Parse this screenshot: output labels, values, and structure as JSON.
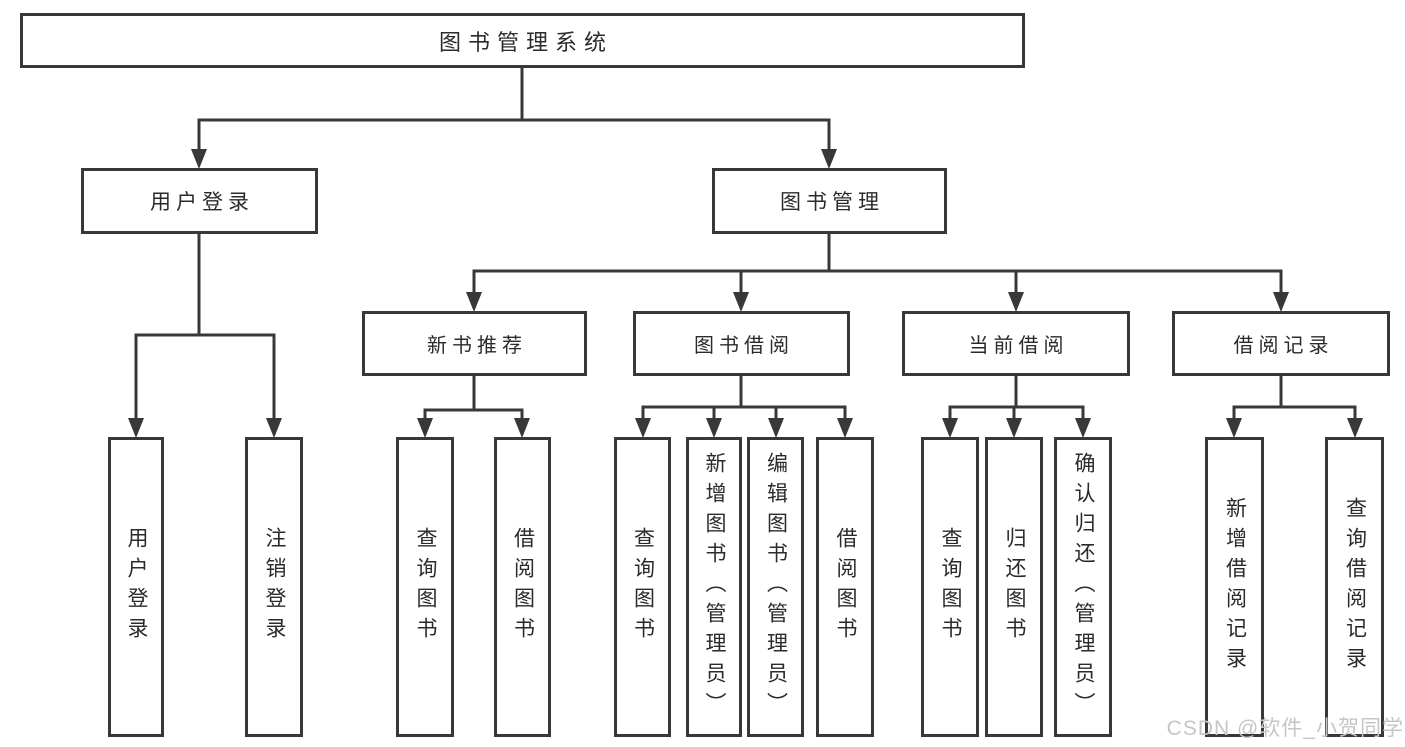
{
  "diagram_title": "图书管理系统",
  "nodes": {
    "root": "图书管理系统",
    "user_login": "用户登录",
    "book_mgmt": "图书管理",
    "new_book_rec": "新书推荐",
    "book_borrow": "图书借阅",
    "current_borrow": "当前借阅",
    "borrow_record": "借阅记录",
    "leaf_user_login": "用户登录",
    "leaf_logout": "注销登录",
    "leaf_query_book_a": "查询图书",
    "leaf_borrow_book_a": "借阅图书",
    "leaf_query_book_b": "查询图书",
    "leaf_add_book": "新增图书（管理员）",
    "leaf_edit_book": "编辑图书（管理员）",
    "leaf_borrow_book_b": "借阅图书",
    "leaf_query_book_c": "查询图书",
    "leaf_return_book": "归还图书",
    "leaf_confirm_return": "确认归还（管理员）",
    "leaf_add_record": "新增借阅记录",
    "leaf_query_record": "查询借阅记录"
  },
  "watermark": "CSDN @软件_小贺同学",
  "colors": {
    "line": "#383838",
    "border": "#383838",
    "text": "#2b2b2b",
    "watermark": "#c6c6c6",
    "background": "#ffffff"
  }
}
